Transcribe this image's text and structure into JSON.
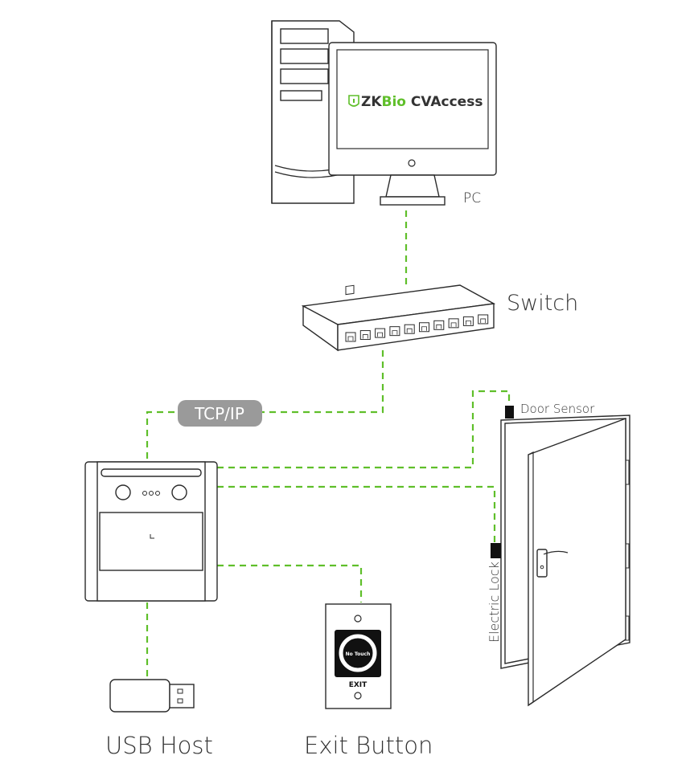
{
  "software": {
    "logo_prefix": "ZK",
    "logo_mid": "Bio",
    "logo_suffix": " CVAccess"
  },
  "labels": {
    "pc": "PC",
    "switch": "Switch",
    "tcpip": "TCP/IP",
    "door_sensor": "Door Sensor",
    "electric_lock": "Electric Lock",
    "usb_host": "USB Host",
    "exit_button": "Exit Button"
  },
  "exit_button_device": {
    "touch_text": "No Touch",
    "exit_text": "EXIT"
  },
  "colors": {
    "connection": "#5fbf2a",
    "logo_green": "#5fbf2a",
    "tcpip_badge": "#9a9a9a",
    "outline": "#2b2b2b"
  }
}
